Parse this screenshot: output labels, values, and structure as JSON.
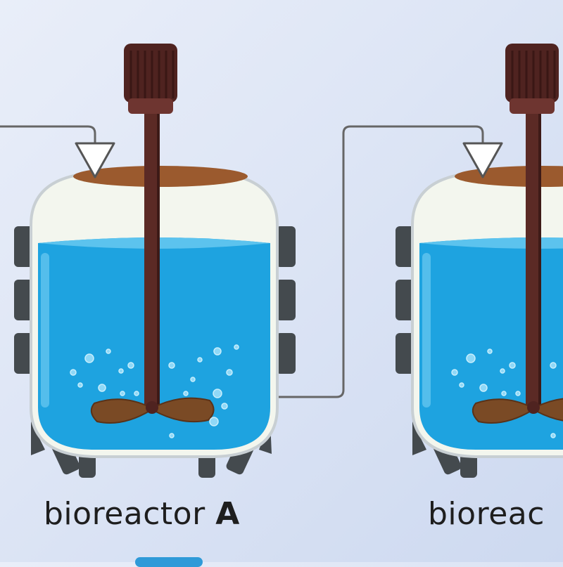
{
  "reactors": [
    {
      "caption_prefix": "bioreactor",
      "caption_letter": "A"
    },
    {
      "caption_prefix": "bioreac",
      "caption_letter": ""
    }
  ],
  "colors": {
    "liquid": "#1ea3e0",
    "liquid_surface": "#5cc3ee",
    "glass": "#f3f6ee",
    "shaft": "#5b2a25",
    "cap": "#4f2320",
    "lid": "#9b5a2e",
    "impeller": "#7a4a25",
    "clamp": "#444a4e",
    "tube": "#666666",
    "inlet_triangle": "#ffffff"
  },
  "icons": [
    "inlet-triangle-icon",
    "bubble-icon",
    "impeller-icon"
  ]
}
